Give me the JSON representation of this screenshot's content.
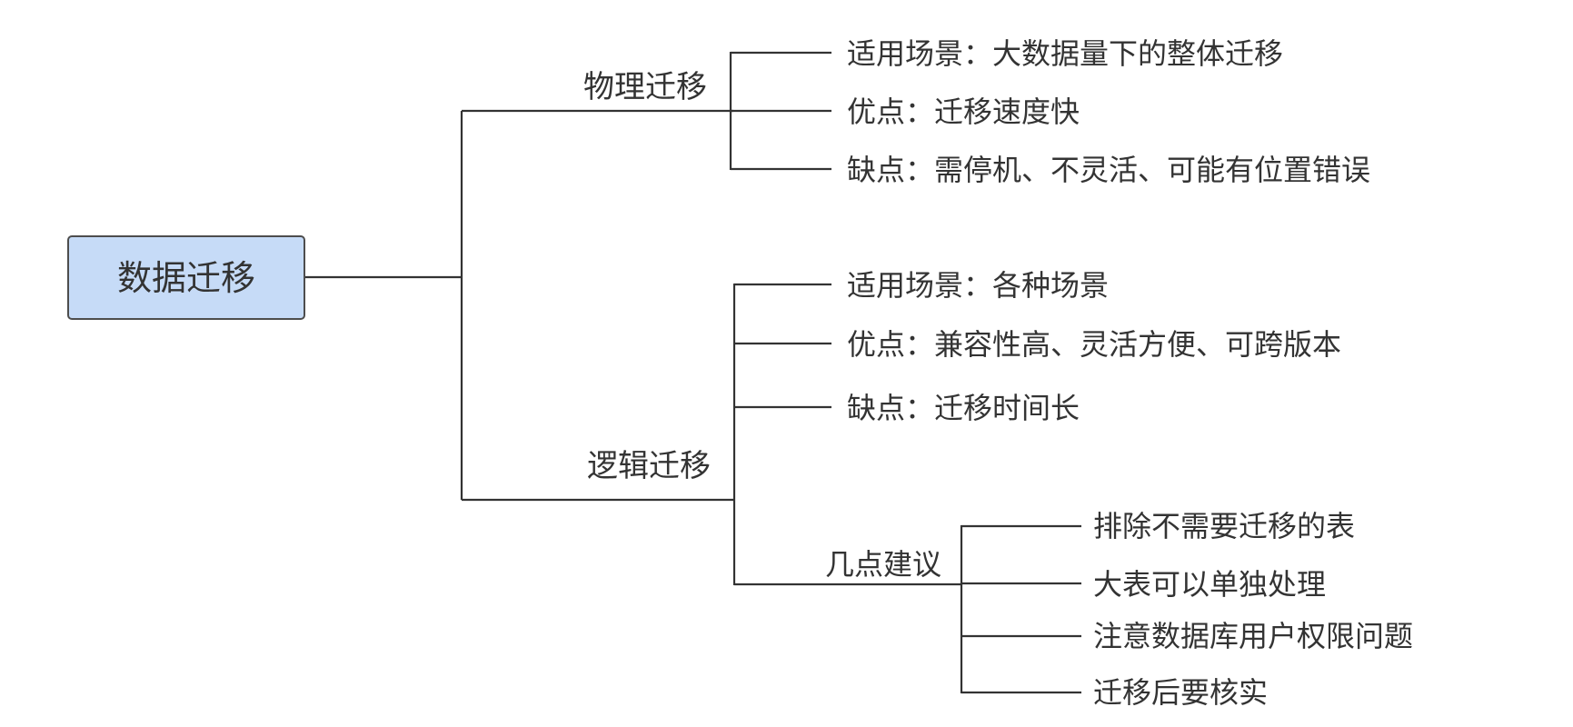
{
  "mindmap": {
    "root": {
      "label": "数据迁移",
      "fill": "#c6dbf7",
      "border": "#4d4d4d"
    },
    "line_color": "#333333",
    "branches": [
      {
        "label": "物理迁移",
        "items": [
          "适用场景：大数据量下的整体迁移",
          "优点：迁移速度快",
          "缺点：需停机、不灵活、可能有位置错误"
        ]
      },
      {
        "label": "逻辑迁移",
        "items": [
          "适用场景：各种场景",
          "优点：兼容性高、灵活方便、可跨版本",
          "缺点：迁移时间长"
        ],
        "sub_branch": {
          "label": "几点建议",
          "items": [
            "排除不需要迁移的表",
            "大表可以单独处理",
            "注意数据库用户权限问题",
            "迁移后要核实"
          ]
        }
      }
    ]
  }
}
